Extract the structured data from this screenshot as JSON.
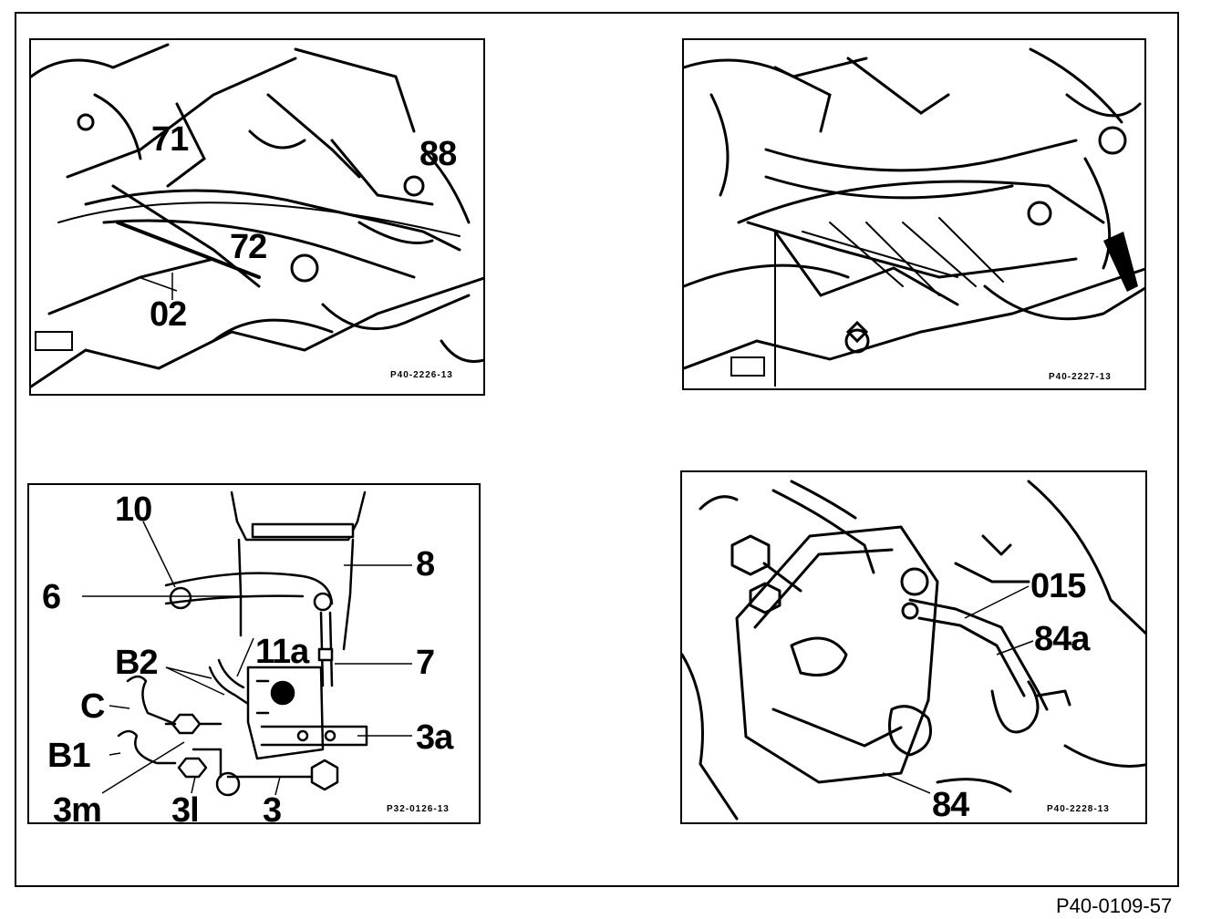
{
  "figure_id": "P40-0109-57",
  "panels": [
    {
      "ref": "P40-2226-13",
      "callouts": [
        "71",
        "88",
        "72",
        "02"
      ]
    },
    {
      "ref": "P40-2227-13",
      "callouts": []
    },
    {
      "ref": "P32-0126-13",
      "callouts": [
        "10",
        "8",
        "6",
        "11a",
        "7",
        "B2",
        "C",
        "3a",
        "B1",
        "3m",
        "3l",
        "3"
      ]
    },
    {
      "ref": "P40-2228-13",
      "callouts": [
        "015",
        "84a",
        "84"
      ]
    }
  ]
}
